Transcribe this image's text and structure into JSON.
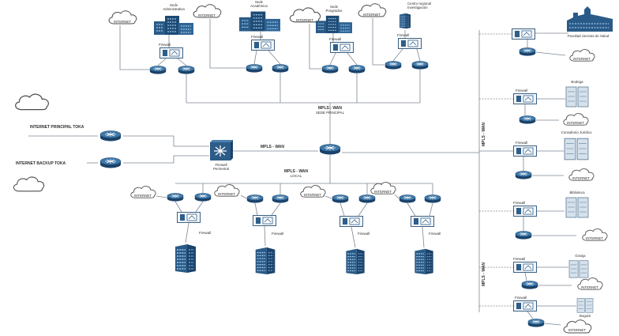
{
  "labels": {
    "internet": "INTERNET",
    "firewall": "Firewall",
    "mpls_wan": "MPLS - WAN"
  },
  "top_sites": [
    {
      "line1": "Sede",
      "line2": "Administrativa"
    },
    {
      "line1": "Sede",
      "line2": "Académica"
    },
    {
      "line1": "Sede",
      "line2": "Posgrados"
    },
    {
      "line1": "Centro regional",
      "line2": "Investigación"
    }
  ],
  "left": {
    "principal": "INTERNET PRINCIPAL TOKA",
    "backup": "INTERNET BACKUP TOKA"
  },
  "core": {
    "line1": "Firewall",
    "line2": "Perimetral"
  },
  "center": {
    "top_line2": "SEDE PRINCIPAL",
    "bottom_line2": "LOCAL"
  },
  "right_sites": [
    "Facultad ciencias de Salud",
    "Bodega",
    "Consultorio Jurídico",
    "Biblioteca",
    "Granja",
    "Bogotá"
  ],
  "colors": {
    "icon_blue": "#2a5b88",
    "icon_dark": "#1b426a",
    "line_gray": "#7c8894"
  }
}
